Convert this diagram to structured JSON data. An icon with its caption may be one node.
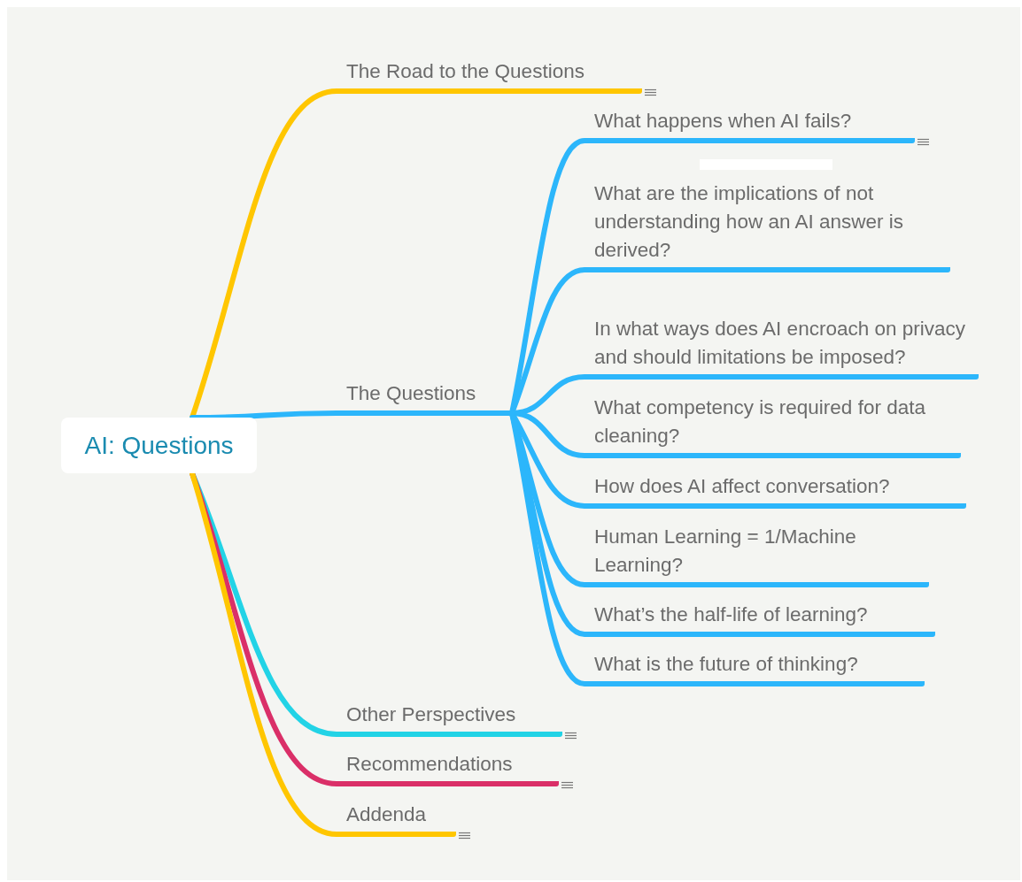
{
  "diagram": {
    "nodes": [
      {
        "text": [
          "AI: Questions"
        ]
      },
      {
        "text": [
          "The Road to the Questions"
        ]
      },
      {
        "text": [
          "The Questions"
        ]
      },
      {
        "text": [
          "What happens when AI fails?"
        ]
      },
      {
        "text": [
          "What are the implications of not understanding how an AI answer is derived?"
        ]
      },
      {
        "text": [
          "In what ways does AI encroach on privacy and should limitations be imposed?"
        ]
      },
      {
        "text": [
          "What competency is required for data cleaning?"
        ]
      },
      {
        "text": [
          "How does AI affect conversation?"
        ]
      },
      {
        "text": [
          "Human Learning = 1/Machine Learning?"
        ]
      },
      {
        "text": [
          "What’s the half-life of learning?"
        ]
      },
      {
        "text": [
          "What is the future of thinking?"
        ]
      },
      {
        "text": [
          "Other Perspectives"
        ]
      },
      {
        "text": [
          "Recommendations"
        ]
      },
      {
        "text": [
          "Addenda"
        ]
      }
    ],
    "edges": [
      {
        "from": 0,
        "to": 1,
        "arrow": "none",
        "color": "#ffc600"
      },
      {
        "from": 0,
        "to": 2,
        "arrow": "none"
      },
      {
        "from": 2,
        "to": 3,
        "arrow": "none"
      },
      {
        "from": 2,
        "to": 4,
        "arrow": "none"
      },
      {
        "from": 2,
        "to": 5,
        "arrow": "none"
      },
      {
        "from": 2,
        "to": 6,
        "arrow": "none"
      },
      {
        "from": 2,
        "to": 7,
        "arrow": "none"
      },
      {
        "from": 2,
        "to": 8,
        "arrow": "none"
      },
      {
        "from": 2,
        "to": 9,
        "arrow": "none"
      },
      {
        "from": 2,
        "to": 10,
        "arrow": "none"
      },
      {
        "from": 0,
        "to": 11,
        "arrow": "none",
        "color": "#22d3e6"
      },
      {
        "from": 0,
        "to": 12,
        "arrow": "none",
        "color": "#da2f68"
      },
      {
        "from": 0,
        "to": 13,
        "arrow": "none",
        "color": "#ffc600"
      }
    ]
  }
}
